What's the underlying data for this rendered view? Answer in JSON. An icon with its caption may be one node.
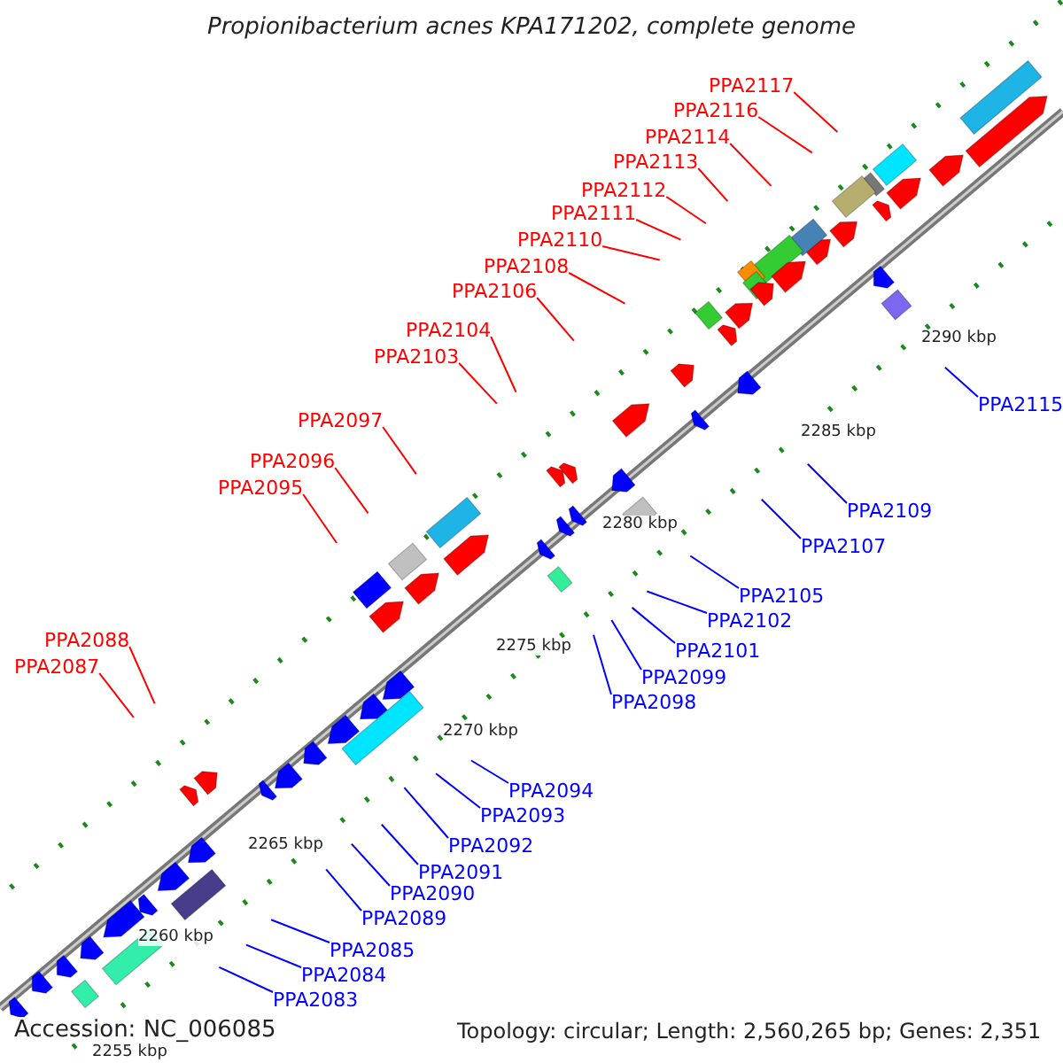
{
  "diagram": {
    "title": "Propionibacterium acnes KPA171202, complete genome",
    "nodes": [
      {
        "text": [
          "PPA2117"
        ]
      },
      {
        "text": [
          "PPA2116"
        ]
      },
      {
        "text": [
          "PPA2114"
        ]
      },
      {
        "text": [
          "PPA2113"
        ]
      },
      {
        "text": [
          "PPA2112"
        ]
      },
      {
        "text": [
          "PPA2111"
        ]
      },
      {
        "text": [
          "PPA2110"
        ]
      },
      {
        "text": [
          "PPA2108"
        ]
      },
      {
        "text": [
          "PPA2106"
        ]
      },
      {
        "text": [
          "PPA2104"
        ]
      },
      {
        "text": [
          "PPA2103"
        ]
      },
      {
        "text": [
          "PPA2115"
        ]
      },
      {
        "text": [
          "PPA2097"
        ]
      },
      {
        "text": [
          "PPA2096"
        ]
      },
      {
        "text": [
          "PPA2095"
        ]
      },
      {
        "text": [
          "PPA2109"
        ]
      },
      {
        "text": [
          "PPA2107"
        ]
      },
      {
        "text": [
          "PPA2105"
        ]
      },
      {
        "text": [
          "PPA2102"
        ]
      },
      {
        "text": [
          "PPA2088"
        ]
      },
      {
        "text": [
          "PPA2101"
        ]
      },
      {
        "text": [
          "PPA2087"
        ]
      },
      {
        "text": [
          "PPA2099"
        ]
      },
      {
        "text": [
          "PPA2098"
        ]
      },
      {
        "text": [
          "PPA2094"
        ]
      },
      {
        "text": [
          "PPA2093"
        ]
      },
      {
        "text": [
          "PPA2092"
        ]
      },
      {
        "text": [
          "PPA2091"
        ]
      },
      {
        "text": [
          "PPA2090"
        ]
      },
      {
        "text": [
          "PPA2089"
        ]
      },
      {
        "text": [
          "PPA2085"
        ]
      },
      {
        "text": [
          "PPA2084"
        ]
      },
      {
        "text": [
          "PPA2083"
        ]
      }
    ],
    "edges": [
      {
        "from": 0,
        "to": null,
        "arrow": "none",
        "color": "#ff0000"
      },
      {
        "from": 1,
        "to": null,
        "arrow": "none",
        "color": "#ff0000"
      },
      {
        "from": 2,
        "to": null,
        "arrow": "none",
        "color": "#ff0000"
      },
      {
        "from": 3,
        "to": null,
        "arrow": "none",
        "color": "#ff0000"
      },
      {
        "from": 4,
        "to": null,
        "arrow": "none",
        "color": "#ff0000"
      },
      {
        "from": 5,
        "to": null,
        "arrow": "none",
        "color": "#ff0000"
      },
      {
        "from": 6,
        "to": null,
        "arrow": "none",
        "color": "#ff0000"
      },
      {
        "from": 7,
        "to": null,
        "arrow": "none",
        "color": "#ff0000"
      },
      {
        "from": 8,
        "to": null,
        "arrow": "none",
        "color": "#ff0000"
      },
      {
        "from": 9,
        "to": null,
        "arrow": "none",
        "color": "#ff0000"
      },
      {
        "from": 10,
        "to": null,
        "arrow": "none",
        "color": "#ff0000"
      },
      {
        "from": 11,
        "to": null,
        "arrow": "none"
      },
      {
        "from": 12,
        "to": null,
        "arrow": "none",
        "color": "#ff0000"
      },
      {
        "from": 13,
        "to": null,
        "arrow": "none",
        "color": "#ff0000"
      },
      {
        "from": 14,
        "to": null,
        "arrow": "none",
        "color": "#ff0000"
      },
      {
        "from": 15,
        "to": null,
        "arrow": "none"
      },
      {
        "from": 16,
        "to": null,
        "arrow": "none"
      },
      {
        "from": 17,
        "to": null,
        "arrow": "none"
      },
      {
        "from": 18,
        "to": null,
        "arrow": "none"
      },
      {
        "from": 19,
        "to": null,
        "arrow": "none",
        "color": "#ff0000"
      },
      {
        "from": 20,
        "to": null,
        "arrow": "none"
      },
      {
        "from": 21,
        "to": null,
        "arrow": "none",
        "color": "#ff0000"
      },
      {
        "from": 22,
        "to": null,
        "arrow": "none"
      },
      {
        "from": 23,
        "to": null,
        "arrow": "none"
      },
      {
        "from": 24,
        "to": null,
        "arrow": "none"
      },
      {
        "from": 25,
        "to": null,
        "arrow": "none"
      },
      {
        "from": 26,
        "to": null,
        "arrow": "none"
      },
      {
        "from": 27,
        "to": null,
        "arrow": "none"
      },
      {
        "from": 28,
        "to": null,
        "arrow": "none"
      },
      {
        "from": 29,
        "to": null,
        "arrow": "none"
      },
      {
        "from": 30,
        "to": null,
        "arrow": "none"
      },
      {
        "from": 31,
        "to": null,
        "arrow": "none"
      },
      {
        "from": 32,
        "to": null,
        "arrow": "none"
      }
    ],
    "labels": [
      "2290 kbp",
      "2285 kbp",
      "2280 kbp",
      "2275 kbp",
      "2270 kbp",
      "2265 kbp",
      "2260 kbp",
      "Accession: NC_006085",
      "Topology: circular; Length: 2,560,265 bp; Genes: 2,351",
      "2255 kbp"
    ]
  }
}
